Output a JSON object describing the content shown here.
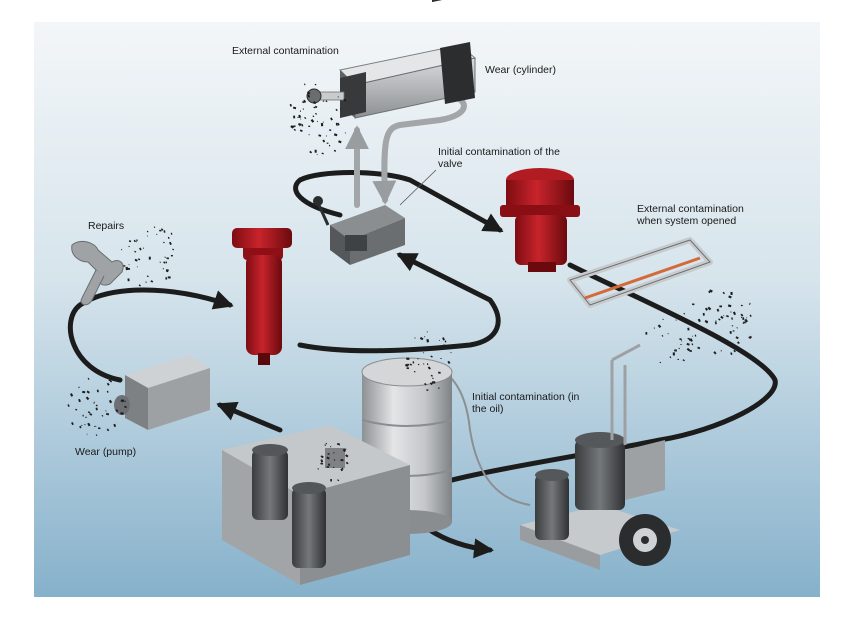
{
  "diagram": {
    "labels": {
      "external_contamination": "External contamination",
      "wear_cylinder": "Wear (cylinder)",
      "initial_contamination_valve": "Initial contamination of the valve",
      "external_contamination_opened": "External contamination when system opened",
      "repairs": "Repairs",
      "initial_contamination_oil": "Initial contamination (in the oil)",
      "wear_pump": "Wear (pump)"
    },
    "colors": {
      "background_top": "#eef3f6",
      "background_bottom": "#8fb7cf",
      "hose": "#1c1c1c",
      "filter_red": "#a8141b",
      "machine_gray": "#8a8d90",
      "tank_gray": "#b9bcbf"
    }
  }
}
